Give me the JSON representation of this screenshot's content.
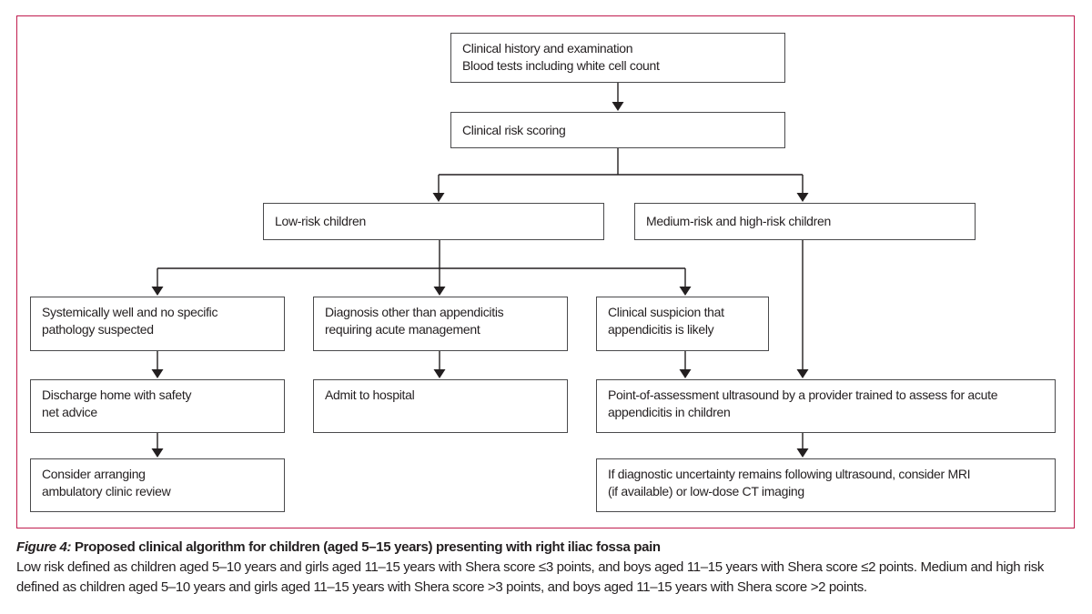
{
  "colors": {
    "frame": "#c01c4e",
    "box_border": "#4a4a4c",
    "text": "#231f20"
  },
  "nodes": {
    "history": "Clinical history and examination\nBlood tests including white cell count",
    "risk_scoring": "Clinical risk scoring",
    "low_risk": "Low-risk children",
    "medium_high_risk": "Medium-risk and high-risk children",
    "systemically_well": "Systemically well and no specific\npathology suspected",
    "other_diagnosis": "Diagnosis other than appendicitis\nrequiring acute management",
    "suspicion_likely": "Clinical suspicion that\nappendicitis is likely",
    "discharge_home": "Discharge home with safety\nnet advice",
    "admit_hospital": "Admit to hospital",
    "ultrasound": "Point-of-assessment ultrasound by a provider trained to assess for acute\nappendicitis in children",
    "ambulatory_review": "Consider arranging\nambulatory clinic review",
    "imaging_uncertainty": "If diagnostic uncertainty remains following ultrasound, consider MRI\n(if available) or low-dose CT imaging"
  },
  "caption": {
    "label": "Figure 4:",
    "title": " Proposed clinical algorithm for children (aged 5–15 years) presenting with right iliac fossa pain",
    "body": "Low risk defined as children aged 5–10 years and girls aged 11–15 years with Shera score ≤3 points, and boys aged 11–15 years with Shera score ≤2 points. Medium and high risk defined as children aged 5–10 years and girls aged 11–15 years with Shera score >3 points, and boys aged 11–15 years with Shera score >2 points."
  }
}
